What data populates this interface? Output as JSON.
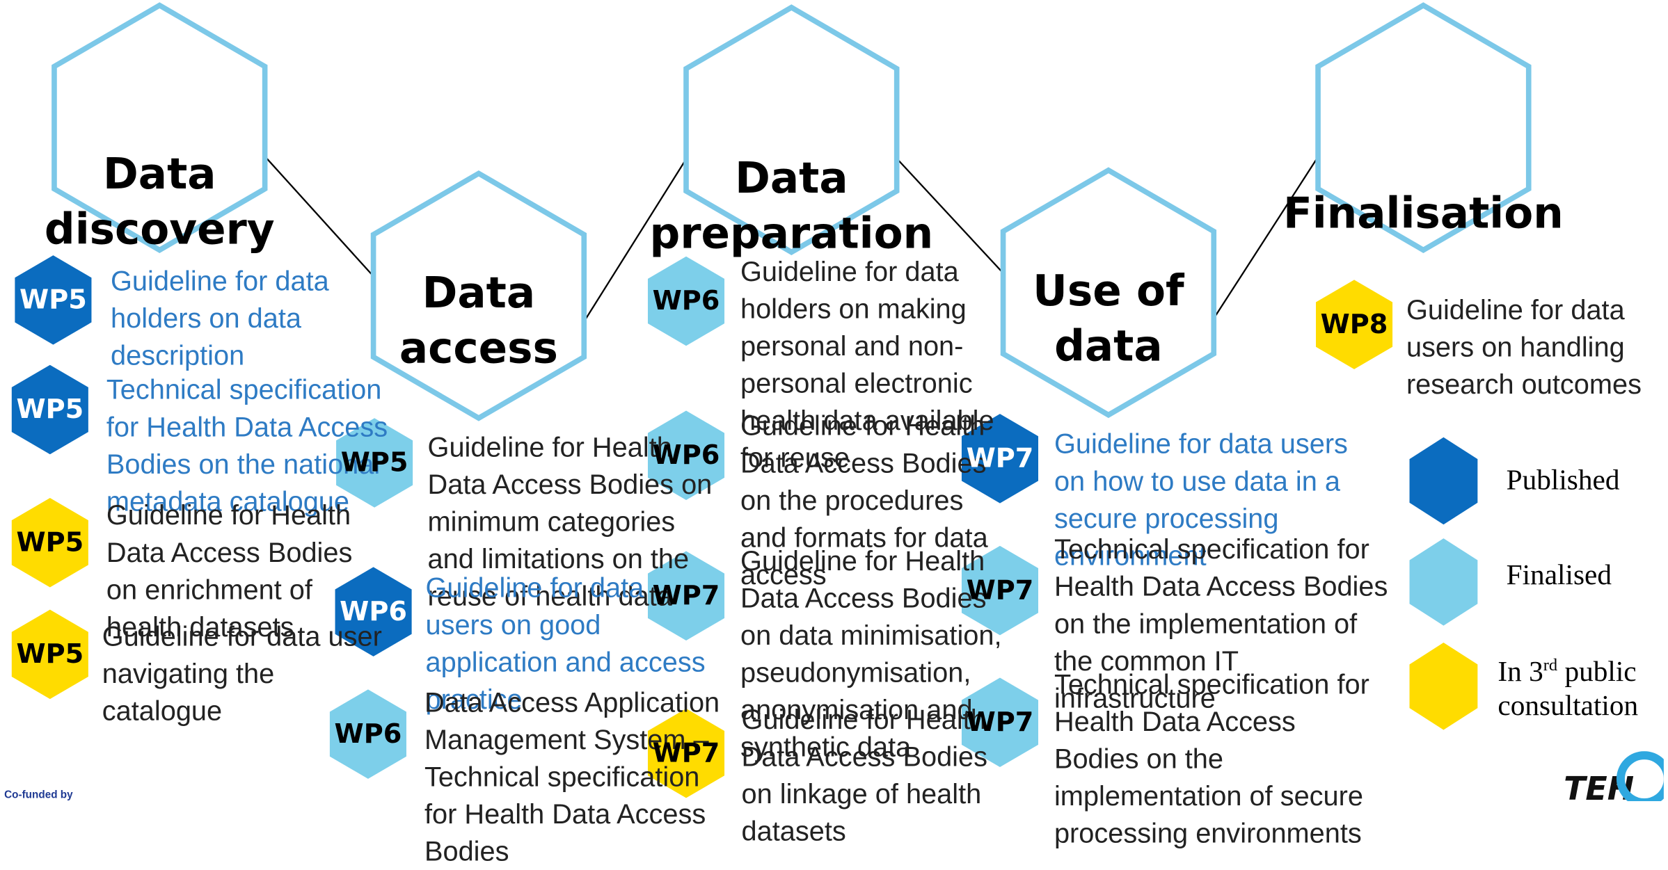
{
  "colors": {
    "published": "#0b6cbf",
    "finalised": "#7dcfea",
    "consultation": "#ffdc00",
    "outline": "#7cc8e8",
    "published_text": "#2e7bc4",
    "connector": "#000000"
  },
  "phases": [
    {
      "label": "Data\ndiscovery"
    },
    {
      "label": "Data\naccess"
    },
    {
      "label": "Data\npreparation"
    },
    {
      "label": "Use of\ndata"
    },
    {
      "label": "Finalisation"
    }
  ],
  "documents": [
    {
      "wp": "WP5",
      "status": "published",
      "text": "Guideline for data\nholders on data\ndescription"
    },
    {
      "wp": "WP5",
      "status": "published",
      "text": "Technical specification\nfor Health Data Access\nBodies on the national\nmetadata catalogue"
    },
    {
      "wp": "WP5",
      "status": "consultation",
      "text": "Guideline for Health\nData Access Bodies\non enrichment of\nhealth datasets"
    },
    {
      "wp": "WP5",
      "status": "consultation",
      "text": "Guideline for data user\nnavigating the\ncatalogue"
    },
    {
      "wp": "WP5",
      "status": "finalised",
      "text": "Guideline for Health\nData Access Bodies on\nminimum categories\nand limitations on the\nreuse of health data"
    },
    {
      "wp": "WP6",
      "status": "published",
      "text": "Guideline for data\nusers on good\napplication and access\npractice"
    },
    {
      "wp": "WP6",
      "status": "finalised",
      "text": "Data Access Application\nManagement System –\nTechnical specification\nfor Health Data Access\nBodies"
    },
    {
      "wp": "WP6",
      "status": "finalised",
      "text": "Guideline for data\nholders on making\npersonal and non-\npersonal electronic\nhealth data available\nfor reuse"
    },
    {
      "wp": "WP6",
      "status": "finalised",
      "text": "Guideline for Health\nData Access Bodies\non the procedures\nand formats for data\naccess"
    },
    {
      "wp": "WP7",
      "status": "finalised",
      "text": "Guideline for Health\nData Access Bodies\non data minimisation,\npseudonymisation,\nanonymisation and\nsynthetic data"
    },
    {
      "wp": "WP7",
      "status": "consultation",
      "text": "Guideline for Health\nData Access Bodies\non linkage of health\ndatasets"
    },
    {
      "wp": "WP7",
      "status": "published",
      "text": "Guideline for data users\non how to use data in a\nsecure processing\nenvironment"
    },
    {
      "wp": "WP7",
      "status": "finalised",
      "text": "Technical specification for\nHealth Data Access Bodies\non the implementation of\nthe common IT\ninfrastructure"
    },
    {
      "wp": "WP7",
      "status": "finalised",
      "text": "Technical specification for\nHealth Data Access\nBodies on the\nimplementation of secure\nprocessing environments"
    },
    {
      "wp": "WP8",
      "status": "consultation",
      "text": "Guideline for data\nusers on handling\nresearch outcomes"
    }
  ],
  "legend": {
    "published": "Published",
    "finalised": "Finalised",
    "consultation_pre": "In 3",
    "consultation_sup": "rd",
    "consultation_post": " public\nconsultation"
  },
  "footer": {
    "cofunded": "Co-funded by",
    "logo_text": "TEH"
  }
}
